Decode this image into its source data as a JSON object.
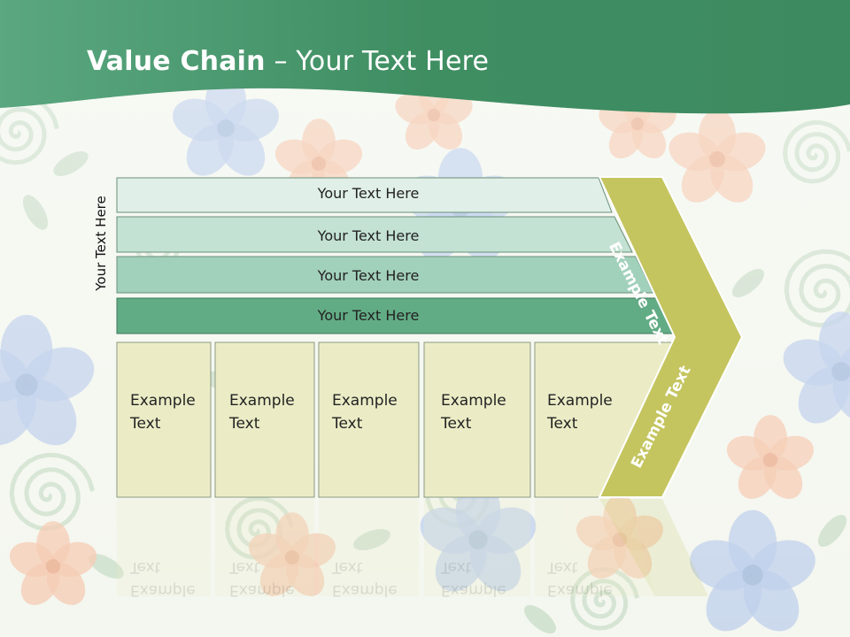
{
  "slide": {
    "title_bold": "Value Chain",
    "title_rest": " – Your Text Here",
    "side_label": "Your Text Here"
  },
  "bars": [
    {
      "label": "Your Text Here"
    },
    {
      "label": "Your Text Here"
    },
    {
      "label": "Your Text Here"
    },
    {
      "label": "Your Text Here"
    }
  ],
  "columns": [
    {
      "line1": "Example",
      "line2": "Text"
    },
    {
      "line1": "Example",
      "line2": "Text"
    },
    {
      "line1": "Example",
      "line2": "Text"
    },
    {
      "line1": "Example",
      "line2": "Text"
    },
    {
      "line1": "Example",
      "line2": "Text"
    }
  ],
  "chevron": {
    "upper_text": "Example Text",
    "lower_text": "Example Text"
  },
  "colors": {
    "header_green": "#4d9670",
    "bar1": "#e0efe8",
    "bar2": "#c3e2d3",
    "bar3": "#a2d1bb",
    "bar4": "#62ac85",
    "column_fill": "#ebecc6",
    "chevron_fill": "#c4c55f",
    "flower_blue": "#b7c9ea",
    "flower_peach": "#f4c4a8",
    "leaf_green": "#c7dcc6"
  }
}
